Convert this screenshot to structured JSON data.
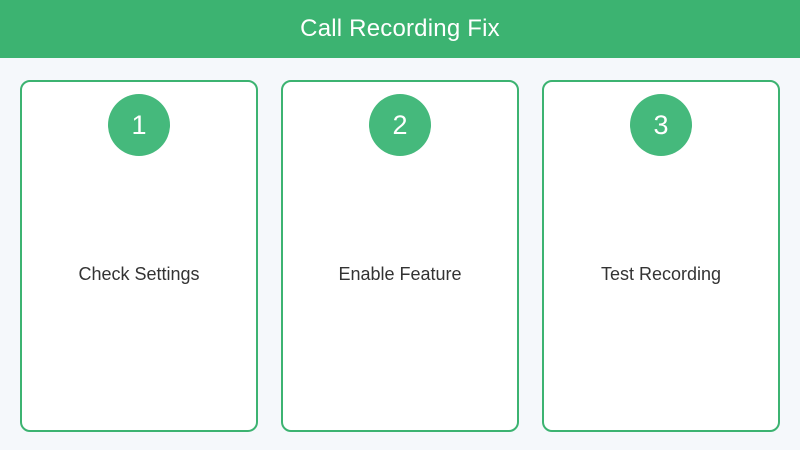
{
  "header": {
    "title": "Call Recording Fix"
  },
  "steps": [
    {
      "number": "1",
      "label": "Check Settings"
    },
    {
      "number": "2",
      "label": "Enable Feature"
    },
    {
      "number": "3",
      "label": "Test Recording"
    }
  ],
  "colors": {
    "header_bg": "#3cb371",
    "circle_bg": "#45b97c",
    "card_border": "#3cb371",
    "page_bg": "#f5f8fb",
    "text": "#333333",
    "header_text": "#ffffff"
  }
}
